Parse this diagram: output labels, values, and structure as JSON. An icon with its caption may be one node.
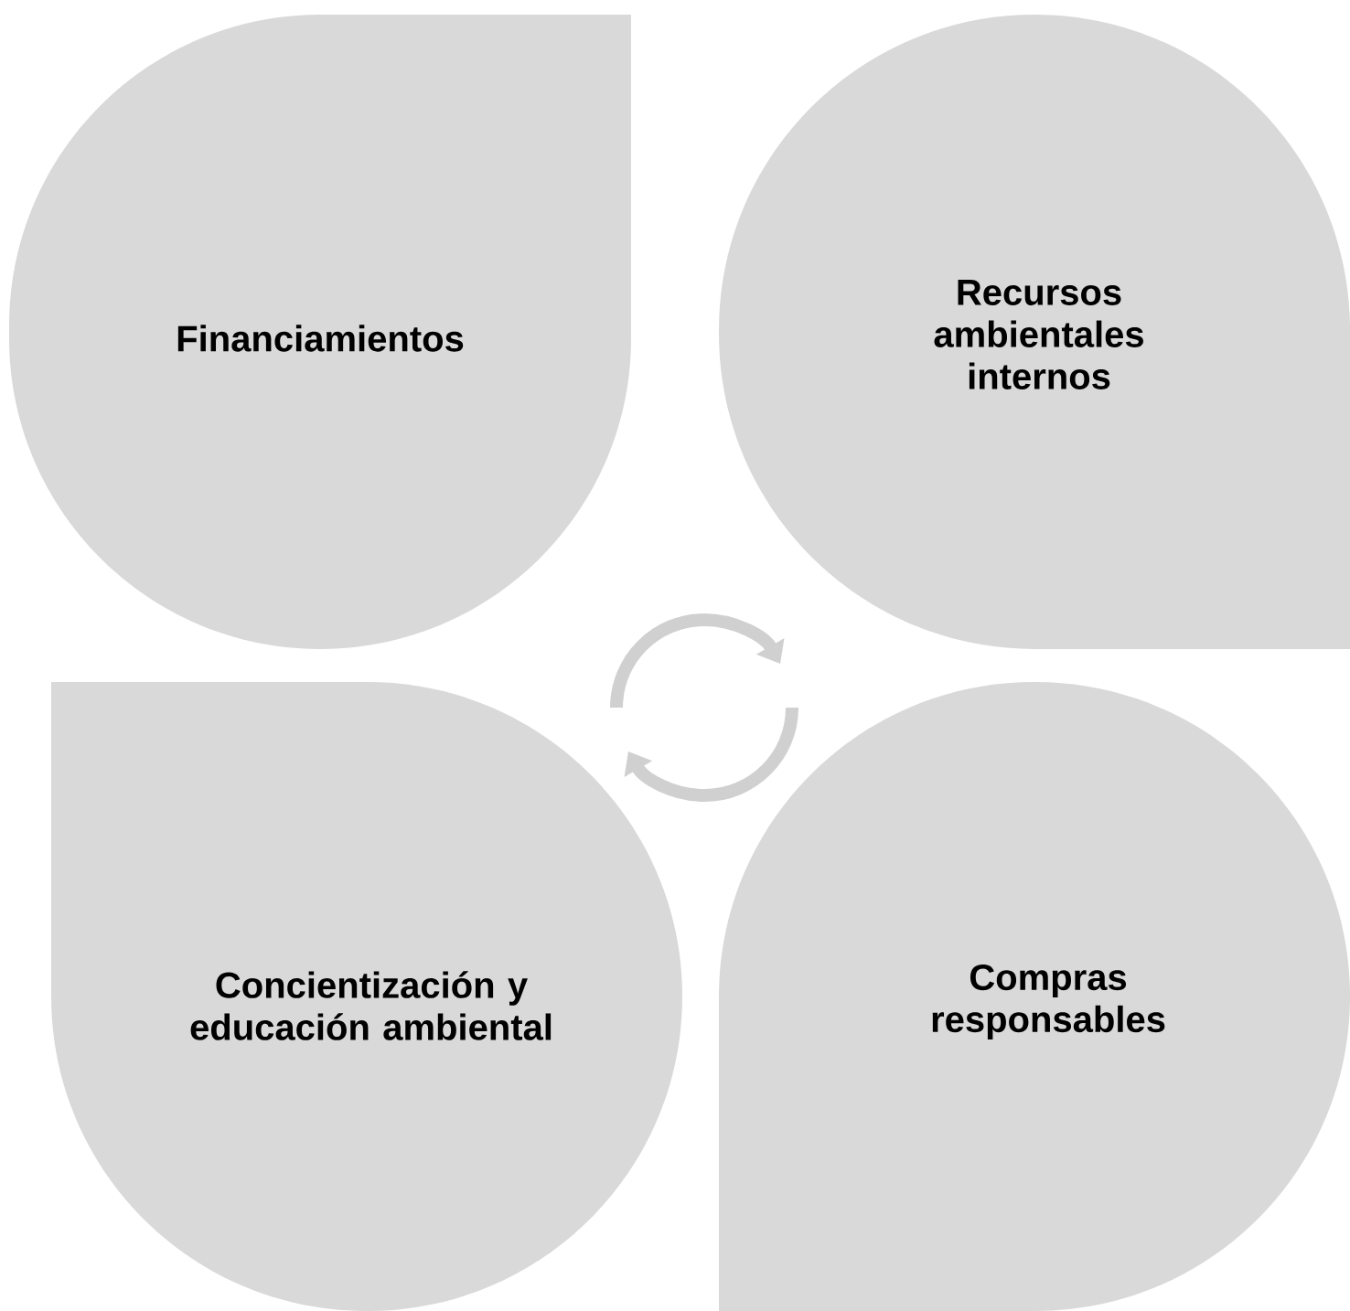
{
  "diagram": {
    "nodes": [
      {
        "text": [
          "Financiamientos"
        ]
      },
      {
        "text": [
          "Recursos ambientales internos"
        ]
      },
      {
        "text": [
          "Concientización y educación ambiental"
        ]
      },
      {
        "text": [
          "Compras responsables"
        ]
      }
    ]
  }
}
